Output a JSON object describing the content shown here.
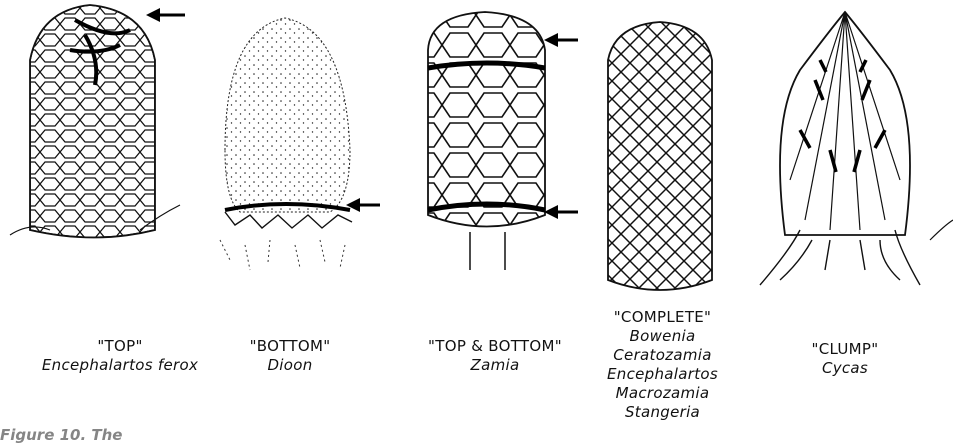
{
  "figure": {
    "items": [
      {
        "type": "\"TOP\"",
        "species": [
          "Encephalartos ferox"
        ]
      },
      {
        "type": "\"BOTTOM\"",
        "species": [
          "Dioon"
        ]
      },
      {
        "type": "\"TOP & BOTTOM\"",
        "species": [
          "Zamia"
        ]
      },
      {
        "type": "\"COMPLETE\"",
        "species": [
          "Bowenia",
          "Ceratozamia",
          "Encephalartos",
          "Macrozamia",
          "Stangeria"
        ]
      },
      {
        "type": "\"CLUMP\"",
        "species": [
          "Cycas"
        ]
      }
    ],
    "caption": "Figure 10. The"
  }
}
